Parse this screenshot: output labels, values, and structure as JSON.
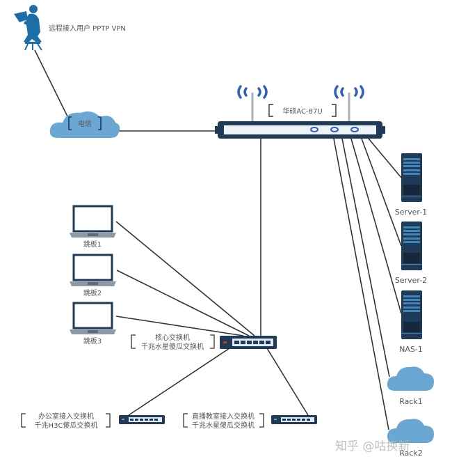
{
  "remote_user": {
    "label": "远程接入用户 PPTP VPN",
    "icon": "person-laptop-chair-icon"
  },
  "isp": {
    "label": "电信",
    "icon": "cloud-icon"
  },
  "router": {
    "label": "华硕AC-87U",
    "icon": "wireless-router-icon"
  },
  "servers": [
    {
      "label": "Server-1",
      "icon": "server-tower-icon"
    },
    {
      "label": "Server-2",
      "icon": "server-tower-icon"
    },
    {
      "label": "NAS-1",
      "icon": "server-tower-icon"
    }
  ],
  "racks": [
    {
      "label": "Rack1",
      "icon": "cloud-icon"
    },
    {
      "label": "Rack2",
      "icon": "cloud-icon"
    }
  ],
  "jump_hosts": [
    {
      "label": "跳板1",
      "icon": "laptop-icon"
    },
    {
      "label": "跳板2",
      "icon": "laptop-icon"
    },
    {
      "label": "跳板3",
      "icon": "laptop-icon"
    }
  ],
  "core_switch": {
    "line1": "核心交换机",
    "line2": "千兆水星傻瓜交换机",
    "icon": "network-switch-icon"
  },
  "office_switch": {
    "line1": "办公室接入交换机",
    "line2": "千兆H3C傻瓜交换机",
    "icon": "network-switch-icon"
  },
  "studio_switch": {
    "line1": "直播教室接入交换机",
    "line2": "千兆水星傻瓜交换机",
    "icon": "network-switch-icon"
  },
  "watermark": "知乎 @咕换新",
  "colors": {
    "cloud": "#6aa7d3",
    "device_dark": "#1f3b57",
    "wifi_blue": "#2d62b8",
    "line": "#333333",
    "person": "#1b6ea8"
  }
}
